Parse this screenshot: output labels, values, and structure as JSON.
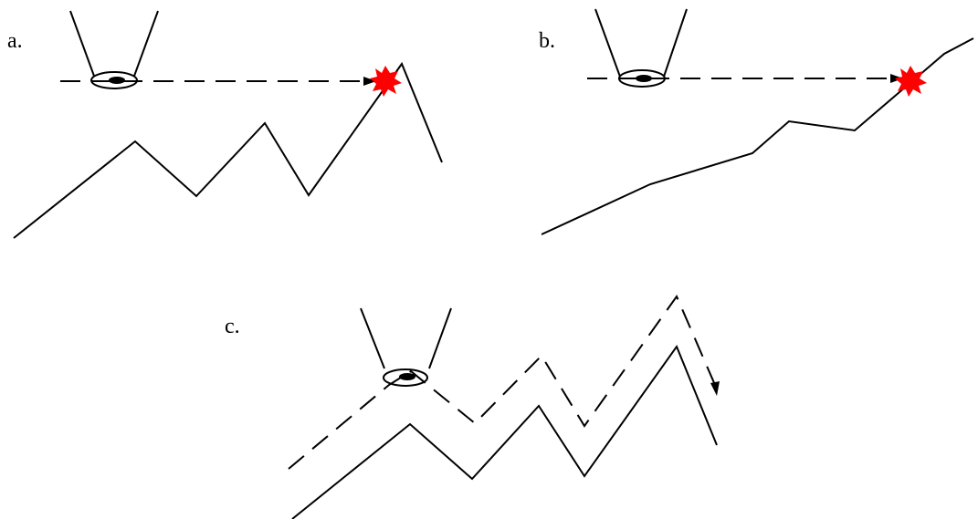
{
  "panels": {
    "a": {
      "label": "a."
    },
    "b": {
      "label": "b."
    },
    "c": {
      "label": "c."
    }
  },
  "colors": {
    "line": "#000000",
    "collision": "#ff0000",
    "background": "#ffffff"
  }
}
